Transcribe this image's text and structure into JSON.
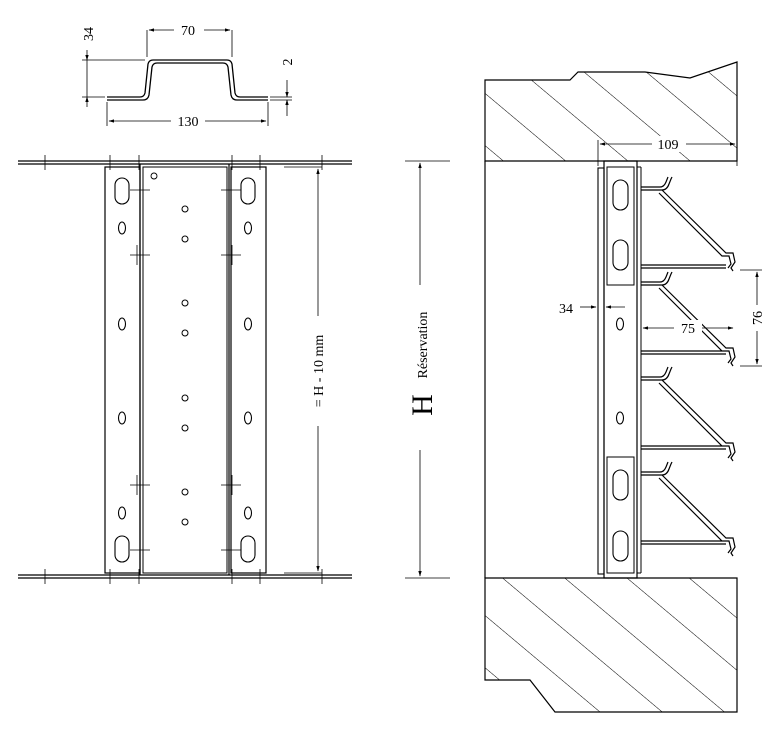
{
  "profile_section": {
    "height_dim": "34",
    "top_width_dim": "70",
    "thickness_dim": "2",
    "total_width_dim": "130"
  },
  "front_view": {
    "height_dim": "= H - 10 mm"
  },
  "reservation": {
    "symbol": "H",
    "label": "Réservation"
  },
  "side_view": {
    "depth_dim": "109",
    "wall_offset_dim": "34",
    "blade_depth_dim": "75",
    "blade_pitch_dim": "76"
  }
}
